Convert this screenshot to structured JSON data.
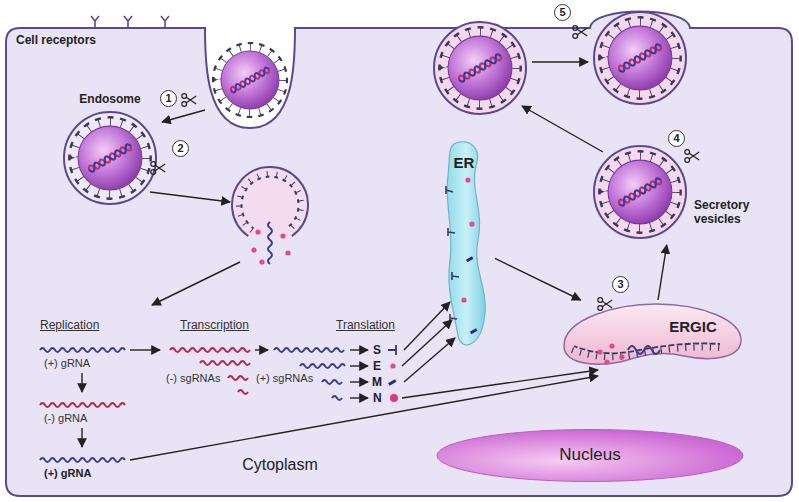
{
  "diagram": {
    "nodes": [
      {
        "text": [
          "Cytoplasm"
        ]
      },
      {
        "text": [
          "Endosome"
        ],
        "in": 0
      },
      {
        "text": [
          "ER"
        ],
        "in": 0
      },
      {
        "text": [
          "Secretory vesicles"
        ],
        "in": 0
      },
      {
        "text": [
          "ERGIC"
        ],
        "in": 0
      },
      {
        "text": [
          "Nucleus"
        ],
        "in": 0
      }
    ],
    "edges": [
      {
        "from": 2,
        "to": 4,
        "arrow": "to"
      },
      {
        "from": 4,
        "to": 3,
        "arrow": "to"
      }
    ],
    "labels": [
      "Cell receptors",
      "1",
      "2",
      "3",
      "4",
      "5",
      "Replication",
      "Transcription",
      "Translation",
      "(+) gRNA",
      "(-) gRNA",
      "(+) gRNA",
      "(-) sgRNAs",
      "(+) sgRNAs",
      "S",
      "E",
      "M",
      "N"
    ]
  }
}
